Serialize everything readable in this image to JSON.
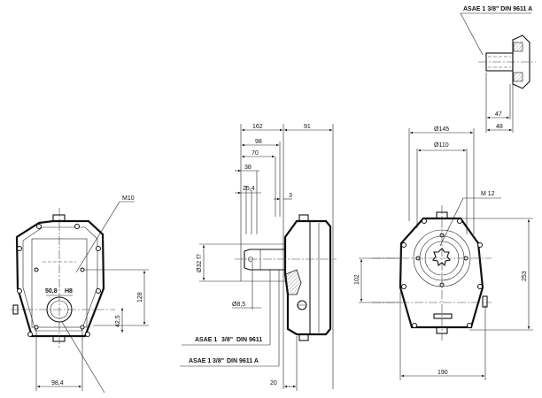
{
  "drawing": {
    "type": "gearbox technical drawing",
    "views": [
      "rear view",
      "side view",
      "front view",
      "shaft detail"
    ]
  },
  "detail_view": {
    "spec_label": "ASAE 1 3/8\" DIN 9611 A",
    "dim_47": "47",
    "dim_48": "48"
  },
  "rear_view": {
    "thread_label": "M10",
    "bore_label": "50,8",
    "tolerance_label": "H8",
    "dim_height": "128",
    "dim_offset": "42,5",
    "dim_width": "98,4"
  },
  "side_view": {
    "dim_162": "162",
    "dim_91": "91",
    "dim_98": "98",
    "dim_70": "70",
    "dim_38": "38",
    "dim_25_4": "25,4",
    "dim_3": "3",
    "shaft_diameter": "Ø32 f7",
    "pin_hole": "Ø8,5",
    "spec_1_a": "ASAE 1",
    "spec_1_b": "3/8\"",
    "spec_1_c": "DIN 9611",
    "spec_2_a": "ASAE 1",
    "spec_2_b": "3/8\"",
    "spec_2_c": "DIN 9611 A",
    "dim_20": "20"
  },
  "front_view": {
    "dim_d145": "Ø145",
    "dim_d110": "Ø110",
    "thread_label": "M 12",
    "dim_102": "102",
    "dim_253": "253",
    "dim_190": "190"
  }
}
